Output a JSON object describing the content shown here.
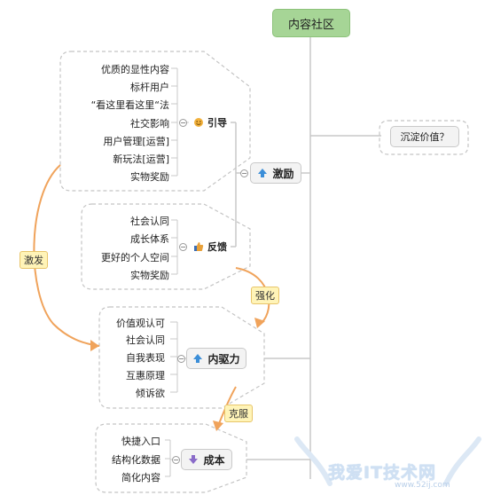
{
  "root": {
    "label": "内容社区"
  },
  "jili": {
    "label": "激励",
    "yindao": {
      "label": "引导",
      "items": [
        "优质的显性内容",
        "标杆用户",
        "“看这里看这里“法",
        "社交影响",
        "用户管理[运营]",
        "新玩法[运营]",
        "实物奖励"
      ]
    },
    "fankui": {
      "label": "反馈",
      "items": [
        "社会认同",
        "成长体系",
        "更好的个人空间",
        "实物奖励"
      ]
    }
  },
  "chendian": {
    "label": "沉淀价值？"
  },
  "neiquli": {
    "label": "内驱力",
    "items": [
      "价值观认可",
      "社会认同",
      "自我表现",
      "互惠原理",
      "倾诉欲"
    ]
  },
  "chengben": {
    "label": "成本",
    "items": [
      "快捷入口",
      "结构化数据",
      "简化内容"
    ]
  },
  "relations": {
    "jifa": "激发",
    "qianghua": "强化",
    "kefu": "克服"
  },
  "watermark": {
    "text": "我爱IT技术网",
    "url": "www.52ij.com"
  },
  "colors": {
    "root_fill": "#a6d596",
    "relation": "#f0a35b",
    "tag_fill": "#fff4b8"
  }
}
